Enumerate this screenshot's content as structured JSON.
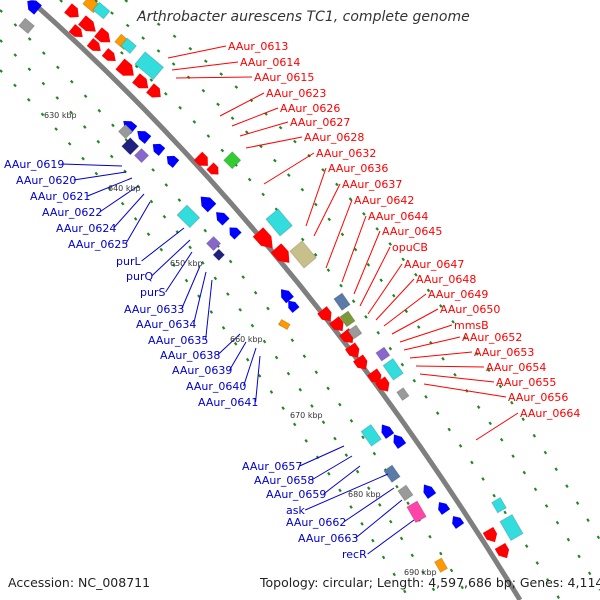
{
  "title": "Arthrobacter aurescens TC1, complete genome",
  "accession": "Accession: NC_008711",
  "topology": "Topology: circular; Length: 4,597,686 bp; Genes: 4,114",
  "colors": {
    "forward_label": "#ff0000",
    "reverse_label": "#0000cc",
    "backbone": "#7f7f7f",
    "tick": "#228822",
    "forward_gene": "#ff0000",
    "reverse_gene": "#0000ff",
    "cyan": "#33dddd",
    "khaki": "#c8c08a",
    "olive": "#7a9a3a",
    "slate": "#5a7aa8",
    "purple": "#8866cc",
    "navy": "#202080",
    "magenta": "#ff44aa",
    "orange": "#ff9900",
    "green": "#33cc33",
    "gray": "#9a9a9a"
  },
  "kbp_labels": [
    "630 kbp",
    "640 kbp",
    "650 kbp",
    "660 kbp",
    "670 kbp",
    "680 kbp",
    "690 kbp"
  ],
  "forward_genes": [
    "AAur_0613",
    "AAur_0614",
    "AAur_0615",
    "AAur_0623",
    "AAur_0626",
    "AAur_0627",
    "AAur_0628",
    "AAur_0632",
    "AAur_0636",
    "AAur_0637",
    "AAur_0642",
    "AAur_0644",
    "AAur_0645",
    "opuCB",
    "AAur_0647",
    "AAur_0648",
    "AAur_0649",
    "AAur_0650",
    "mmsB",
    "AAur_0652",
    "AAur_0653",
    "AAur_0654",
    "AAur_0655",
    "AAur_0656",
    "AAur_0664"
  ],
  "reverse_genes": [
    "AAur_0619",
    "AAur_0620",
    "AAur_0621",
    "AAur_0622",
    "AAur_0624",
    "AAur_0625",
    "purL",
    "purQ",
    "purS",
    "AAur_0633",
    "AAur_0634",
    "AAur_0635",
    "AAur_0638",
    "AAur_0639",
    "AAur_0640",
    "AAur_0641",
    "AAur_0657",
    "AAur_0658",
    "AAur_0659",
    "ask",
    "AAur_0662",
    "AAur_0663",
    "recR"
  ]
}
